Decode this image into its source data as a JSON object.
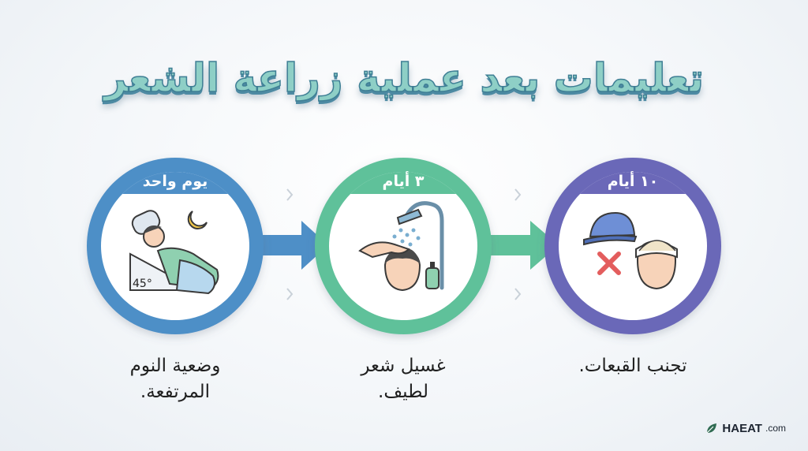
{
  "title": "تعليمات بعد عملية زراعة الشعر",
  "steps": [
    {
      "duration": "يوم واحد",
      "caption_line1": "وضعية النوم",
      "caption_line2": "المرتفعة.",
      "color": "#4e8fc7",
      "icon": "sleeping-elevated-icon",
      "angle_label": "45°"
    },
    {
      "duration": "٣ أيام",
      "caption_line1": "غسيل شعر",
      "caption_line2": "لطيف.",
      "color": "#5fc19a",
      "icon": "gentle-hair-wash-icon"
    },
    {
      "duration": "١٠ أيام",
      "caption_line1": "تجنب القبعات.",
      "caption_line2": "",
      "color": "#6b68b8",
      "icon": "avoid-caps-icon"
    }
  ],
  "logo": {
    "name": "HAEAT",
    "domain": ".com",
    "icon": "leaf-icon"
  }
}
